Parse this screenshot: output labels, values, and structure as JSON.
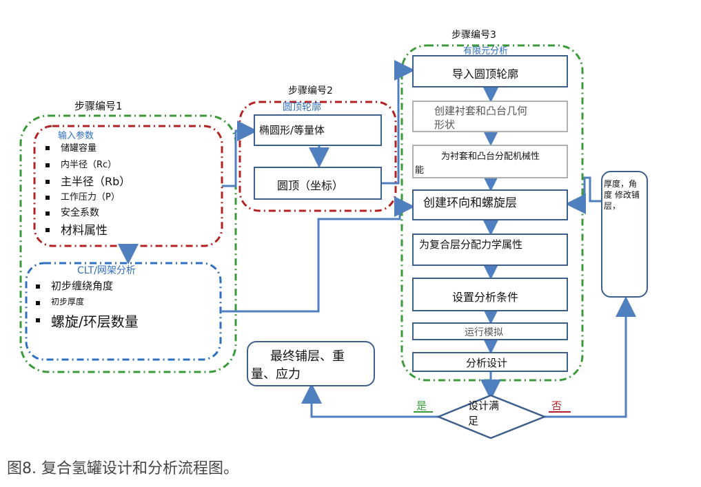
{
  "step1": {
    "title": "步骤编号1",
    "input_title": "输入参数",
    "inputs": [
      "储罐容量",
      "内半径（Rc）",
      "主半径（Rb）",
      "工作压力（P）",
      "安全系数",
      "材料属性"
    ],
    "clt_title": "CLT/网架分析",
    "clt_items": [
      "初步缠绕角度",
      "初步厚度",
      "螺旋/环层数量"
    ]
  },
  "step2": {
    "title": "步骤编号2",
    "sub_title": "圆顶轮廓",
    "box1": "椭圆形/等量体",
    "box2": "圆顶（坐标）"
  },
  "step3": {
    "title": "步骤编号3",
    "sub_title": "有限元分析",
    "boxes": [
      "导入圆顶轮廓",
      "创建衬套和凸台几何形状",
      "为衬套和凸台分配机械性能",
      "创建环向和螺旋层",
      "为复合层分配力学属性",
      "设置分析条件",
      "运行模拟",
      "分析设计"
    ],
    "box2_lines": [
      "创建衬套和凸台几何",
      "形状"
    ],
    "box3_lines": [
      "为衬套和凸台分配机械性",
      "能"
    ]
  },
  "decision": {
    "lines": [
      "设计满",
      "足"
    ],
    "yes": "是",
    "no": "否"
  },
  "final_box": {
    "lines": [
      "最终铺层、重",
      "量、应力"
    ]
  },
  "modify_box": {
    "lines": [
      "厚度，角",
      "度 修改铺",
      "层，"
    ]
  },
  "caption": "图8. 复合氢罐设计和分析流程图。",
  "colors": {
    "green": "#3a9a3a",
    "red": "#b22222",
    "blue": "#2f6fc0",
    "arrow": "#4f7fbf",
    "box": "#3d5f8c"
  }
}
